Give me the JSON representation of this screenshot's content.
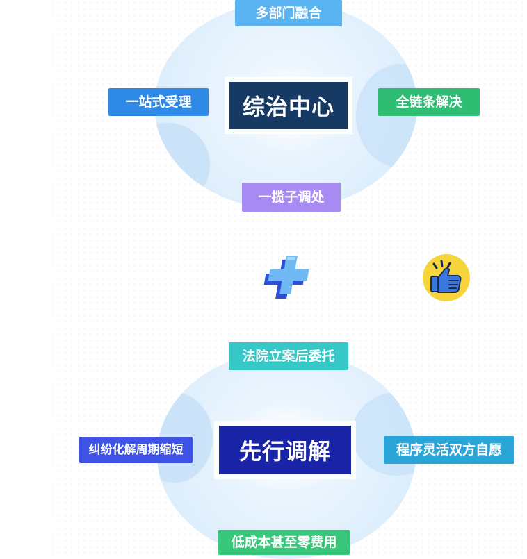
{
  "top_hub": {
    "center": "综治中心",
    "top": "多部门融合",
    "left": "一站式受理",
    "right": "全链条解决",
    "bottom": "一揽子调处"
  },
  "bottom_hub": {
    "center": "先行调解",
    "top": "法院立案后委托",
    "left": "纠纷化解周期缩短",
    "right": "程序灵活双方自愿",
    "bottom": "低成本甚至零费用"
  },
  "icons": {
    "plus": "plus-icon",
    "thumbs_up": "thumbs-up-icon"
  },
  "colors": {
    "navy_center": "#163a64",
    "dark_blue_center": "#1a24a6",
    "tag_sky": "#5ab4f2",
    "tag_blue": "#2e8ae6",
    "tag_green": "#2ebd72",
    "tag_purple": "#a78af2",
    "tag_teal": "#36c7c7",
    "tag_indigo": "#3f54e6",
    "tag_cyan": "#2aa5d8",
    "tag_green_bottom": "#38c77a",
    "thumb_yellow": "#f6d43b",
    "thumb_blue": "#3a78e0"
  }
}
